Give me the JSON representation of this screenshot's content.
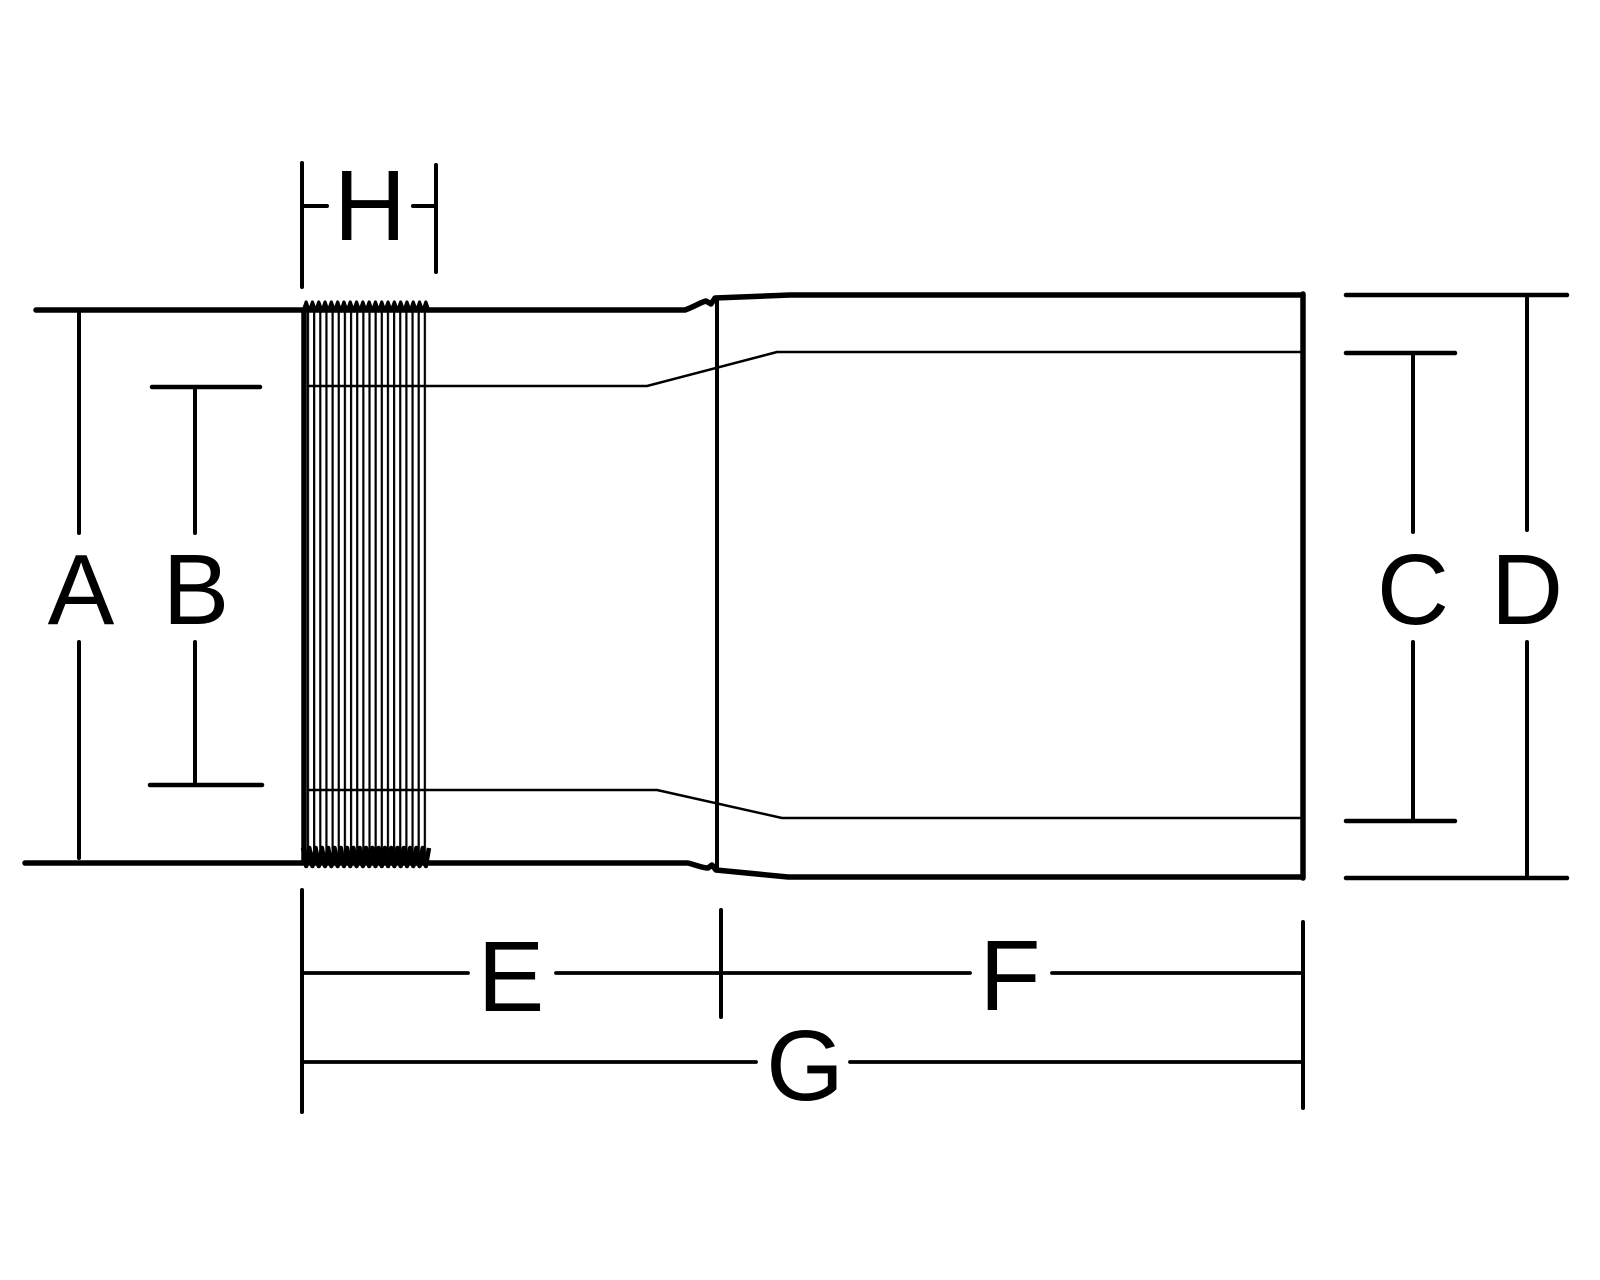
{
  "labels": {
    "A": "A",
    "B": "B",
    "C": "C",
    "D": "D",
    "E": "E",
    "F": "F",
    "G": "G",
    "H": "H"
  },
  "colors": {
    "line": "#000000",
    "background": "#ffffff"
  }
}
